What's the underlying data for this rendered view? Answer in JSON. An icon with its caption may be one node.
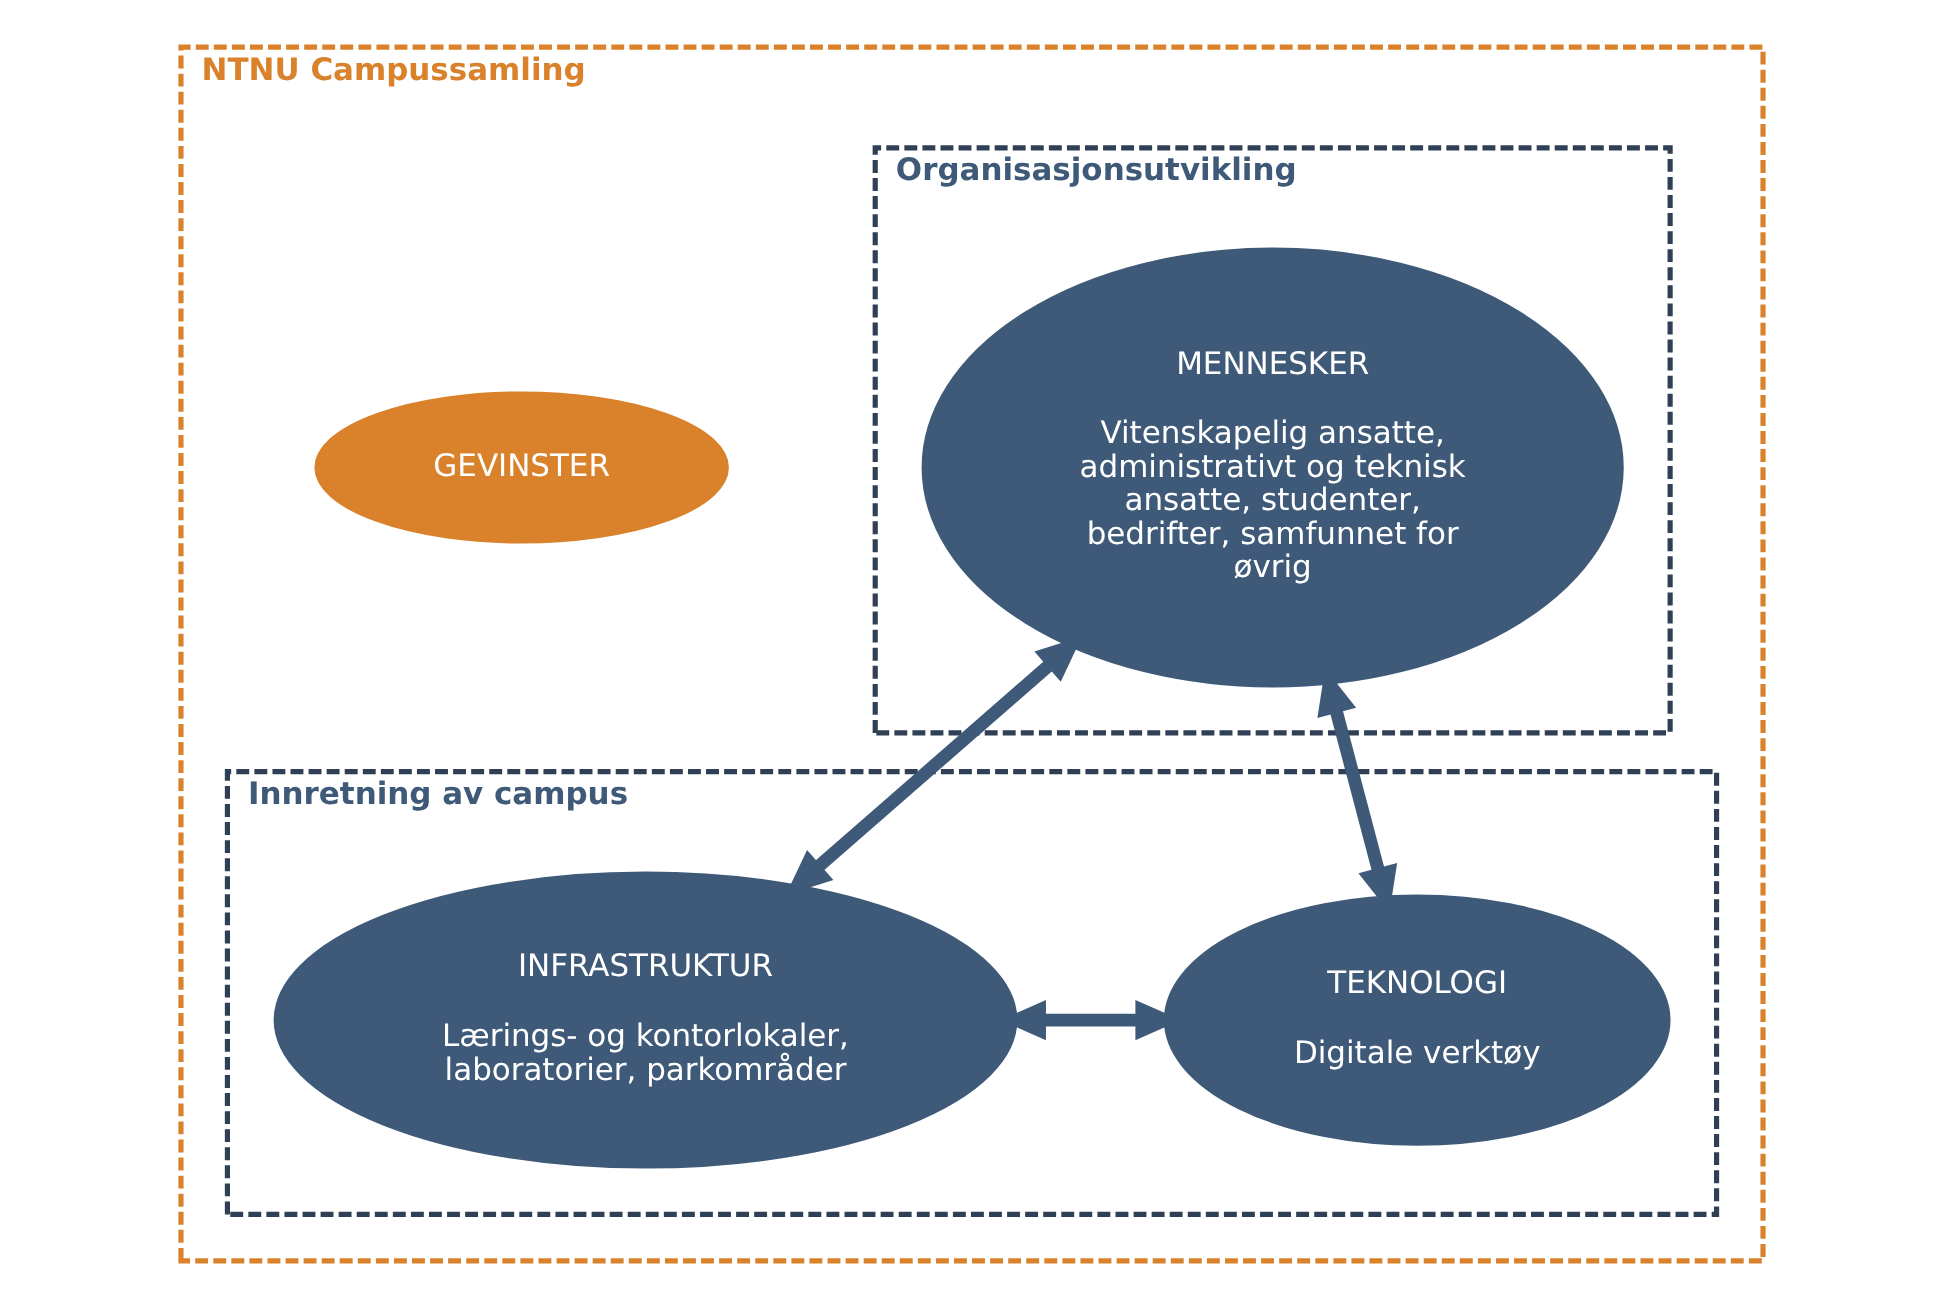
{
  "diagram": {
    "nodes": [
      {
        "text": [
          "NTNU Campussamling"
        ]
      },
      {
        "text": [
          "Organisasjonsutvikling"
        ],
        "in": 0
      },
      {
        "text": [
          "MENNESKER",
          "Vitenskapelig ansatte, administrativt og teknisk ansatte, studenter, bedrifter, samfunnet for øvrig"
        ],
        "in": 1
      },
      {
        "text": [
          "Innretning av campus"
        ],
        "in": 0
      },
      {
        "text": [
          "INFRASTRUKTUR",
          "Lærings- og kontorlokaler, laboratorier, parkområder"
        ],
        "in": 3
      },
      {
        "text": [
          "TEKNOLOGI",
          "Digitale verktøy"
        ],
        "in": 3
      },
      {
        "text": [
          "GEVINSTER"
        ],
        "in": 0
      }
    ],
    "edges": [
      {
        "from": 2,
        "to": 4,
        "arrow": "both"
      },
      {
        "from": 2,
        "to": 5,
        "arrow": "both"
      },
      {
        "from": 4,
        "to": 5,
        "arrow": "both"
      }
    ]
  }
}
